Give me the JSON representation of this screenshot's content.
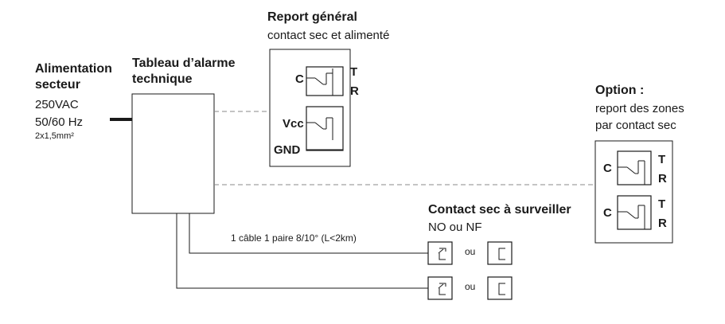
{
  "power": {
    "title_line1": "Alimentation",
    "title_line2": "secteur",
    "voltage": "250VAC",
    "frequency": "50/60 Hz",
    "cable": "2x1,5mm²"
  },
  "panel": {
    "title_line1": "Tableau d’alarme",
    "title_line2": "technique"
  },
  "report": {
    "title": "Report général",
    "subtitle": "contact  sec et alimenté",
    "c_label": "C",
    "t_label": "T",
    "r_label": "R",
    "vcc_label": "Vcc",
    "gnd_label": "GND"
  },
  "option": {
    "title": "Option :",
    "subtitle_line1": "report des zones",
    "subtitle_line2": "par contact sec",
    "relays": [
      {
        "c": "C",
        "t": "T",
        "r": "R"
      },
      {
        "c": "C",
        "t": "T",
        "r": "R"
      }
    ]
  },
  "contacts": {
    "title": "Contact sec à surveiller",
    "subtitle": "NO ou NF",
    "cable_label": "1 câble 1 paire 8/10° (L<2km)",
    "ou_labels": [
      "ou",
      "ou"
    ]
  }
}
